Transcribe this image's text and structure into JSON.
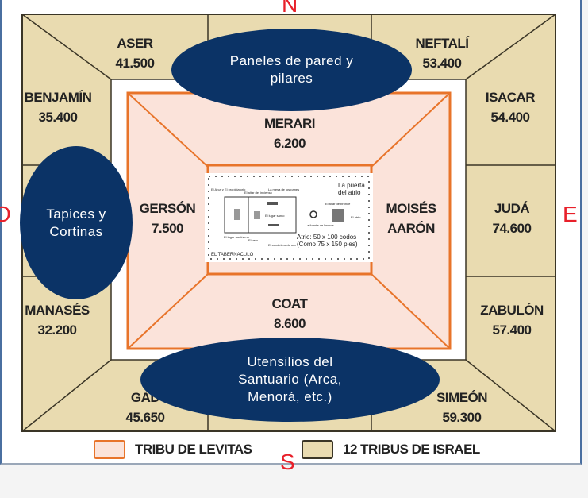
{
  "directions": {
    "north": "N",
    "south": "S",
    "east": "E",
    "west": "O"
  },
  "tribes": {
    "aser": {
      "name": "ASER",
      "count": "41.500"
    },
    "neftali": {
      "name": "NEFTALÍ",
      "count": "53.400"
    },
    "benjamin": {
      "name": "BENJAMÍN",
      "count": "35.400"
    },
    "isacar": {
      "name": "ISACAR",
      "count": "54.400"
    },
    "juda": {
      "name": "JUDÁ",
      "count": "74.600"
    },
    "manases": {
      "name": "MANASÉS",
      "count": "32.200"
    },
    "zabulon": {
      "name": "ZABULÓN",
      "count": "57.400"
    },
    "gad": {
      "name": "GAD",
      "count": "45.650"
    },
    "simeon": {
      "name": "SIMEÓN",
      "count": "59.300"
    }
  },
  "levites": {
    "merari": {
      "name": "MERARI",
      "count": "6.200"
    },
    "gerson": {
      "name": "GERSÓN",
      "count": "7.500"
    },
    "coat": {
      "name": "COAT",
      "count": "8.600"
    },
    "moises": {
      "name": "MOISÉS",
      "name2": "AARÓN"
    }
  },
  "callouts": {
    "top": "Paneles de pared y pilares",
    "left": "Tapices y Cortinas",
    "bottom": "Utensilios del Santuario (Arca, Menorá, etc.)"
  },
  "tabernacle": {
    "title": "EL TABERNACULO",
    "arca": "El Arca y El propiciatorio",
    "altar_incienso": "El altar del incienso",
    "mesa": "La mesa de los panes",
    "santisimo": "El lugar santísimo",
    "santo": "El lugar santo",
    "velo": "El velo",
    "candelero": "El candelero de oro",
    "fuente": "La fuente de bronce",
    "altar_bronce": "El altar de bronce",
    "puerta": "La puerta del atrio",
    "atrio": "El atrio",
    "medidas": "Atrio: 50 x 100 codos (Como 75 x 150 pies)"
  },
  "legend": {
    "levitas": "TRIBU DE LEVITAS",
    "israel": "12 TRIBUS DE ISRAEL"
  },
  "colors": {
    "tan": "#e9dbb0",
    "levite_fill": "#fbe3da",
    "levite_border": "#e8742a",
    "callout": "#0b3366",
    "direction": "#e8202a"
  }
}
